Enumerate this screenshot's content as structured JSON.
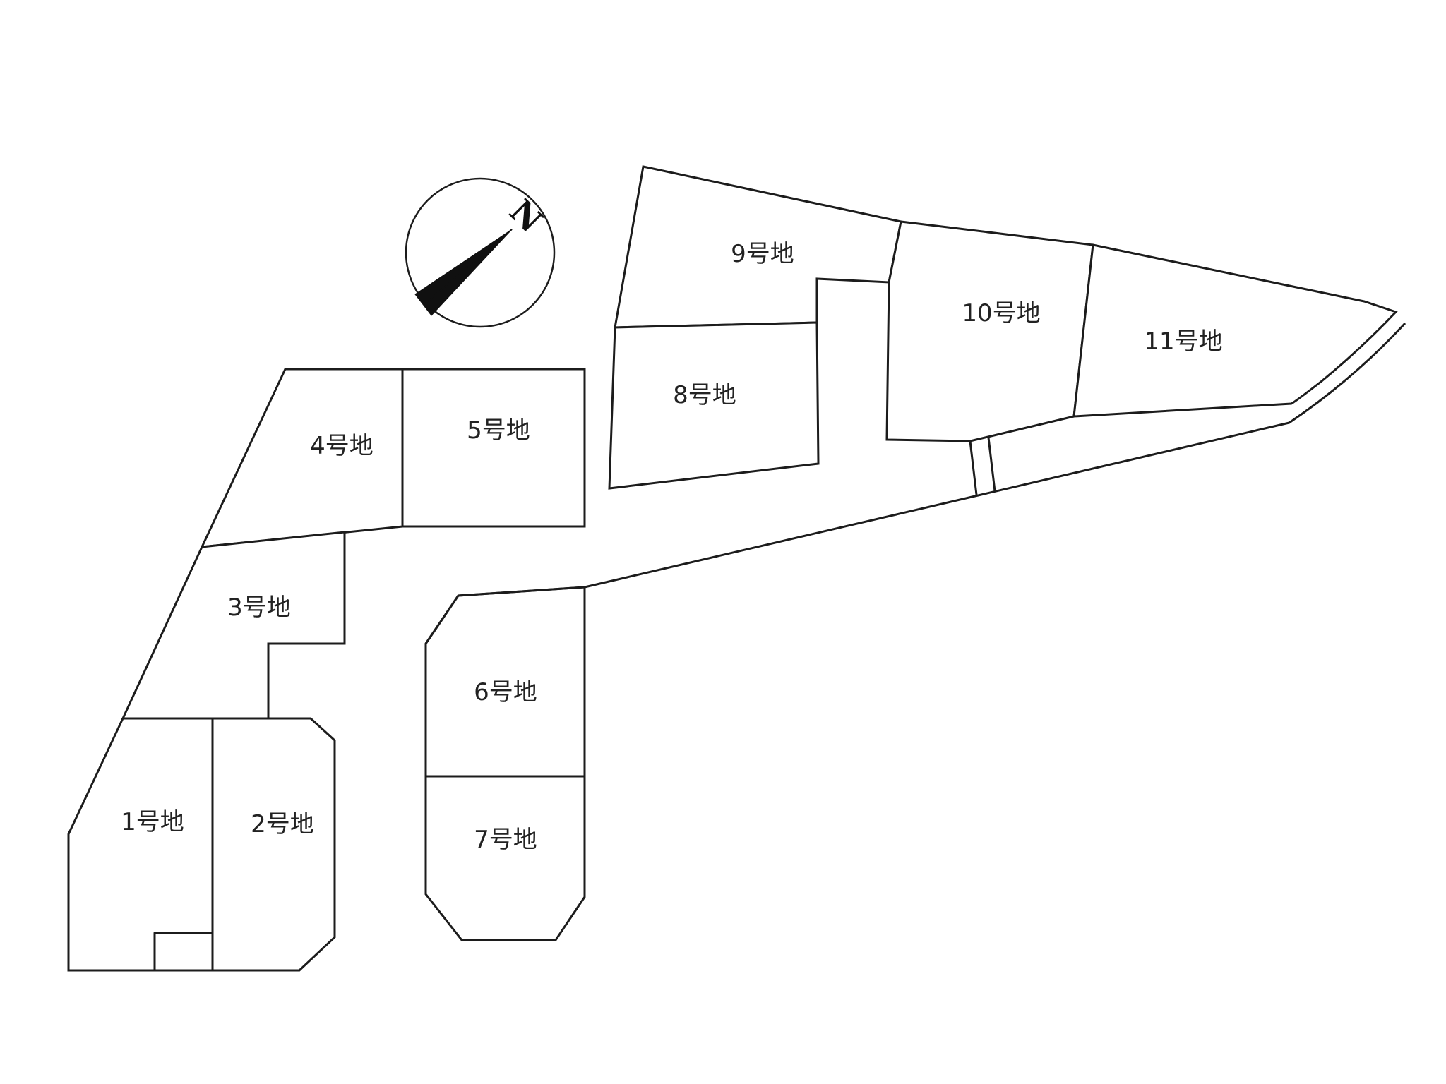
{
  "page": {
    "background_color": "#ffffff",
    "line_color": "#1c1c1c",
    "text_color": "#222222",
    "description_labels_visible": [
      "N",
      "1号地",
      "2号地",
      "3号地",
      "4号地",
      "5号地",
      "6号地",
      "7号地",
      "8号地",
      "9号地",
      "10号地",
      "11号地"
    ]
  },
  "compass": {
    "north_label": "N"
  },
  "lots": [
    {
      "id": 1,
      "label": "1号地"
    },
    {
      "id": 2,
      "label": "2号地"
    },
    {
      "id": 3,
      "label": "3号地"
    },
    {
      "id": 4,
      "label": "4号地"
    },
    {
      "id": 5,
      "label": "5号地"
    },
    {
      "id": 6,
      "label": "6号地"
    },
    {
      "id": 7,
      "label": "7号地"
    },
    {
      "id": 8,
      "label": "8号地"
    },
    {
      "id": 9,
      "label": "9号地"
    },
    {
      "id": 10,
      "label": "10号地"
    },
    {
      "id": 11,
      "label": "11号地"
    }
  ]
}
